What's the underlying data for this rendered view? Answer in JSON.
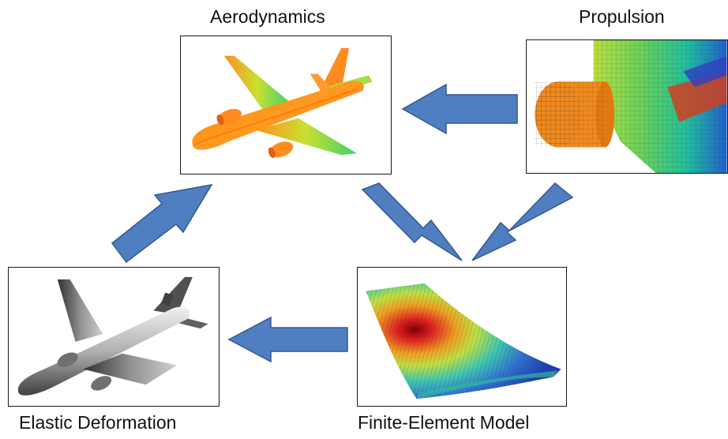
{
  "diagram": {
    "nodes": {
      "aerodynamics": {
        "label": "Aerodynamics"
      },
      "propulsion": {
        "label": "Propulsion"
      },
      "elastic_deformation": {
        "label": "Elastic Deformation"
      },
      "finite_element_model": {
        "label": "Finite-Element Model"
      }
    },
    "arrows": [
      {
        "from": "Propulsion",
        "to": "Aerodynamics"
      },
      {
        "from": "Aerodynamics",
        "to": "Finite-Element Model"
      },
      {
        "from": "Propulsion",
        "to": "Finite-Element Model"
      },
      {
        "from": "Finite-Element Model",
        "to": "Elastic Deformation"
      },
      {
        "from": "Elastic Deformation",
        "to": "Aerodynamics"
      }
    ],
    "colors": {
      "arrow_fill": "#4f7fc0",
      "arrow_stroke": "#34588f",
      "box_border": "#1a1a1a"
    }
  }
}
